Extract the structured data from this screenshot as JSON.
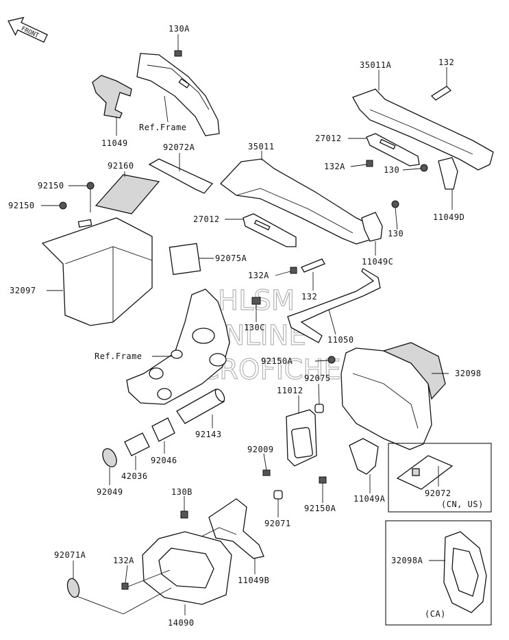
{
  "front_badge": "FRONT",
  "watermark": [
    "HLSM",
    "ONLINE",
    "MICROFICHE"
  ],
  "labels": {
    "p130A": "130A",
    "p11049": "11049",
    "refframe_top": "Ref.Frame",
    "p92072A": "92072A",
    "p92160": "92160",
    "p92150_a": "92150",
    "p92150_b": "92150",
    "p32097": "32097",
    "p35011": "35011",
    "p27012_mid": "27012",
    "p92075A": "92075A",
    "p132A_mid": "132A",
    "p132_mid": "132",
    "p130C": "130C",
    "p35011A": "35011A",
    "p132_top": "132",
    "p27012_right": "27012",
    "p132A_right": "132A",
    "p130_a": "130",
    "p11049D": "11049D",
    "p130_b": "130",
    "p11049C": "11049C",
    "p11050": "11050",
    "refframe_mid": "Ref.Frame",
    "p92150A_top": "92150A",
    "p92075": "92075",
    "p11012": "11012",
    "p32098": "32098",
    "p92143": "92143",
    "p92046": "92046",
    "p42036": "42036",
    "p92049": "92049",
    "p92009": "92009",
    "p92071": "92071",
    "p92150A_bot": "92150A",
    "p11049A": "11049A",
    "p92072": "92072",
    "cn_us": "(CN, US)",
    "p130B": "130B",
    "p92071A": "92071A",
    "p132A_bot": "132A",
    "p11049B": "11049B",
    "p14090": "14090",
    "p32098A": "32098A",
    "ca": "(CA)"
  }
}
